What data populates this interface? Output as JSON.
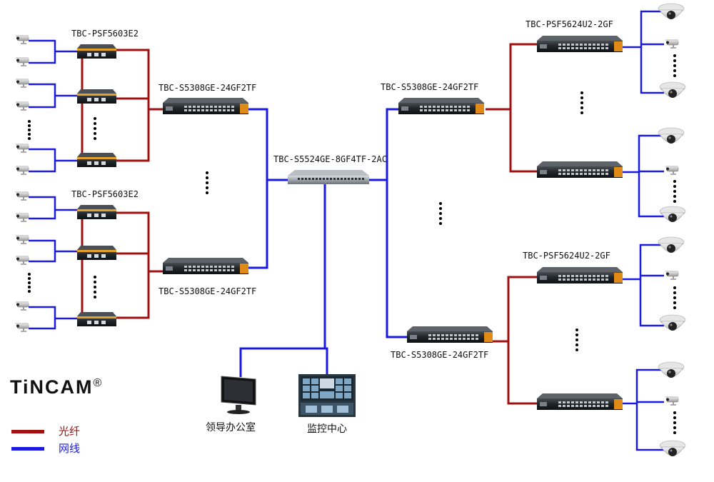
{
  "brand": {
    "name": "TiNCAM",
    "registered": "®"
  },
  "colors": {
    "fiber": "#a01010",
    "network": "#1a1ae0"
  },
  "legend": [
    {
      "key": "fiber",
      "label": "光纤"
    },
    {
      "key": "network",
      "label": "网线"
    }
  ],
  "labels": {
    "core_switch": "TBC-S5524GE-8GF4TF-2AC",
    "left_agg_top": "TBC-S5308GE-24GF2TF",
    "left_agg_bottom": "TBC-S5308GE-24GF2TF",
    "right_agg_top": "TBC-S5308GE-24GF2TF",
    "right_agg_bottom": "TBC-S5308GE-24GF2TF",
    "left_access_top": "TBC-PSF5603E2",
    "left_access_bottom": "TBC-PSF5603E2",
    "right_access_top": "TBC-PSF5624U2-2GF",
    "right_access_bottom": "TBC-PSF5624U2-2GF",
    "office": "领导办公室",
    "monitor_center": "监控中心"
  }
}
